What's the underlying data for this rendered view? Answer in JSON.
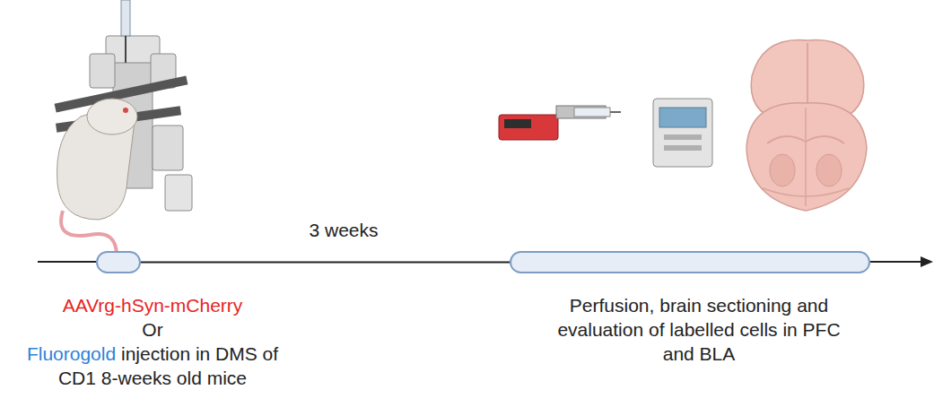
{
  "diagram": {
    "nodes": [
      {
        "text": [
          "AAVrg-hSyn-mCherry",
          "Or",
          "Fluorogold",
          "injection in DMS of CD1 8-weeks old mice"
        ]
      },
      {
        "text": [
          "Perfusion, brain sectioning and evaluation of labelled cells in PFC and BLA"
        ]
      }
    ],
    "edges": [
      {
        "from": 0,
        "to": 1,
        "arrow": "none"
      }
    ],
    "labels": [
      "3 weeks"
    ]
  }
}
